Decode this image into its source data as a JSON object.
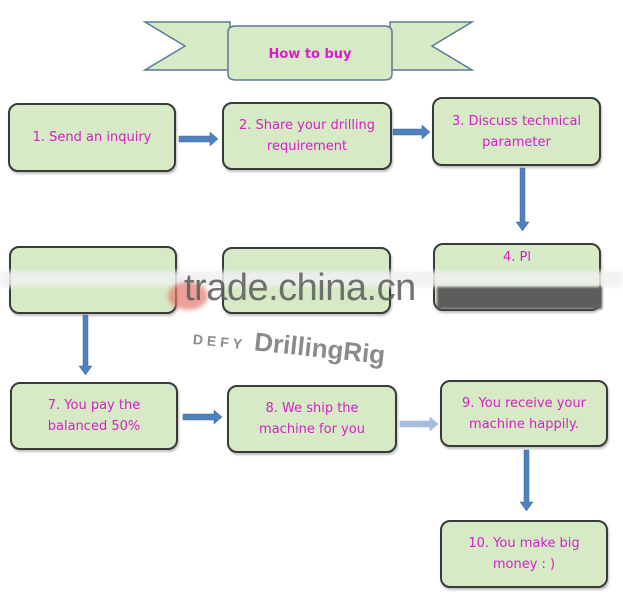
{
  "banner": {
    "title": "How to buy"
  },
  "steps": [
    {
      "label": "1. Send an inquiry"
    },
    {
      "label": "2. Share your drilling requirement"
    },
    {
      "label": "3. Discuss technical parameter"
    },
    {
      "label": "4. Pl"
    },
    {
      "label": ""
    },
    {
      "label": ""
    },
    {
      "label": "7. You pay the balanced 50%"
    },
    {
      "label": "8. We ship the machine for you"
    },
    {
      "label": "9. You receive your machine happily."
    },
    {
      "label": "10. You make big money : )"
    }
  ],
  "watermark": {
    "site": "trade.china.cn",
    "brand_small": "DEFY",
    "brand": "DrillingRig"
  },
  "colors": {
    "box_fill": "#d5eac5",
    "text": "#d81ec8",
    "arrow": "#4f81bd"
  }
}
